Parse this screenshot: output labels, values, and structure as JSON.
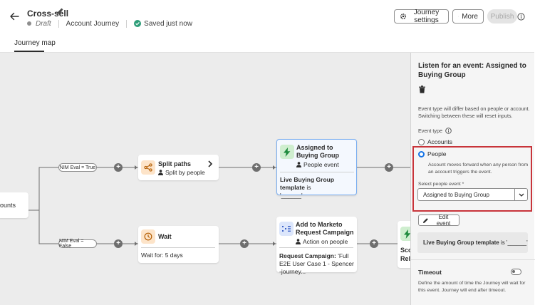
{
  "header": {
    "title": "Cross-sell",
    "status": "Draft",
    "journey_type": "Account Journey",
    "saved_text": "Saved just now",
    "buttons": {
      "settings": "Journey settings",
      "more": "More",
      "publish": "Publish"
    },
    "tabs": [
      {
        "label": "Journey map"
      }
    ]
  },
  "canvas": {
    "start_node_text": "ounts",
    "paths": [
      {
        "condition": "NIM Eval = True"
      },
      {
        "condition": "NIM Eval = False"
      }
    ],
    "nodes": {
      "split": {
        "title": "Split paths",
        "subtitle": "Split by people"
      },
      "event": {
        "title": "Assigned to Buying Group",
        "subtitle": "People event",
        "condition_bold": "Live Buying Group template",
        "condition_rest": " is",
        "condition_value": "'______'"
      },
      "wait": {
        "title": "Wait",
        "body": "Wait for: 5 days"
      },
      "campaign": {
        "title": "Add to Marketo Request Campaign",
        "subtitle": "Action on people",
        "body_bold": "Request Campaign:",
        "body_rest": " 'Full E2E User Case 1 - Spencer -journey..."
      },
      "score": {
        "title": "Scor...",
        "subtitle": "Rela..."
      }
    },
    "plus_symbol": "+"
  },
  "panel": {
    "title": "Listen for an event: Assigned to Buying Group",
    "description": "Event type will differ based on people or account. Switching between these will reset inputs.",
    "event_type_label": "Event type",
    "options": [
      {
        "label": "Accounts",
        "selected": false
      },
      {
        "label": "People",
        "selected": true
      }
    ],
    "people_description": "Account moves forward when any person from an account triggers the event.",
    "select_label": "Select people event",
    "required_mark": "*",
    "select_value": "Assigned to Buying Group",
    "edit_event": "Edit event",
    "condition_bold": "Live Buying Group template",
    "condition_rest": " is '______'",
    "timeout_label": "Timeout",
    "timeout_on": false,
    "timeout_description": "Define the amount of time the Journey will wait for this event. Journey will end after timeout."
  },
  "colors": {
    "accent": "#1473e6",
    "highlight": "#c8343a",
    "success": "#2d9d78",
    "canvas_bg": "#ececec"
  },
  "icons": [
    "back-arrow-icon",
    "pencil-icon",
    "checkmark-circle-icon",
    "gear-icon",
    "more-dots-icon",
    "info-icon",
    "split-icon",
    "lightning-icon",
    "clock-icon",
    "campaign-icon",
    "person-icon",
    "chevron-right-icon",
    "trash-icon",
    "chevron-down-icon",
    "edit-icon"
  ]
}
